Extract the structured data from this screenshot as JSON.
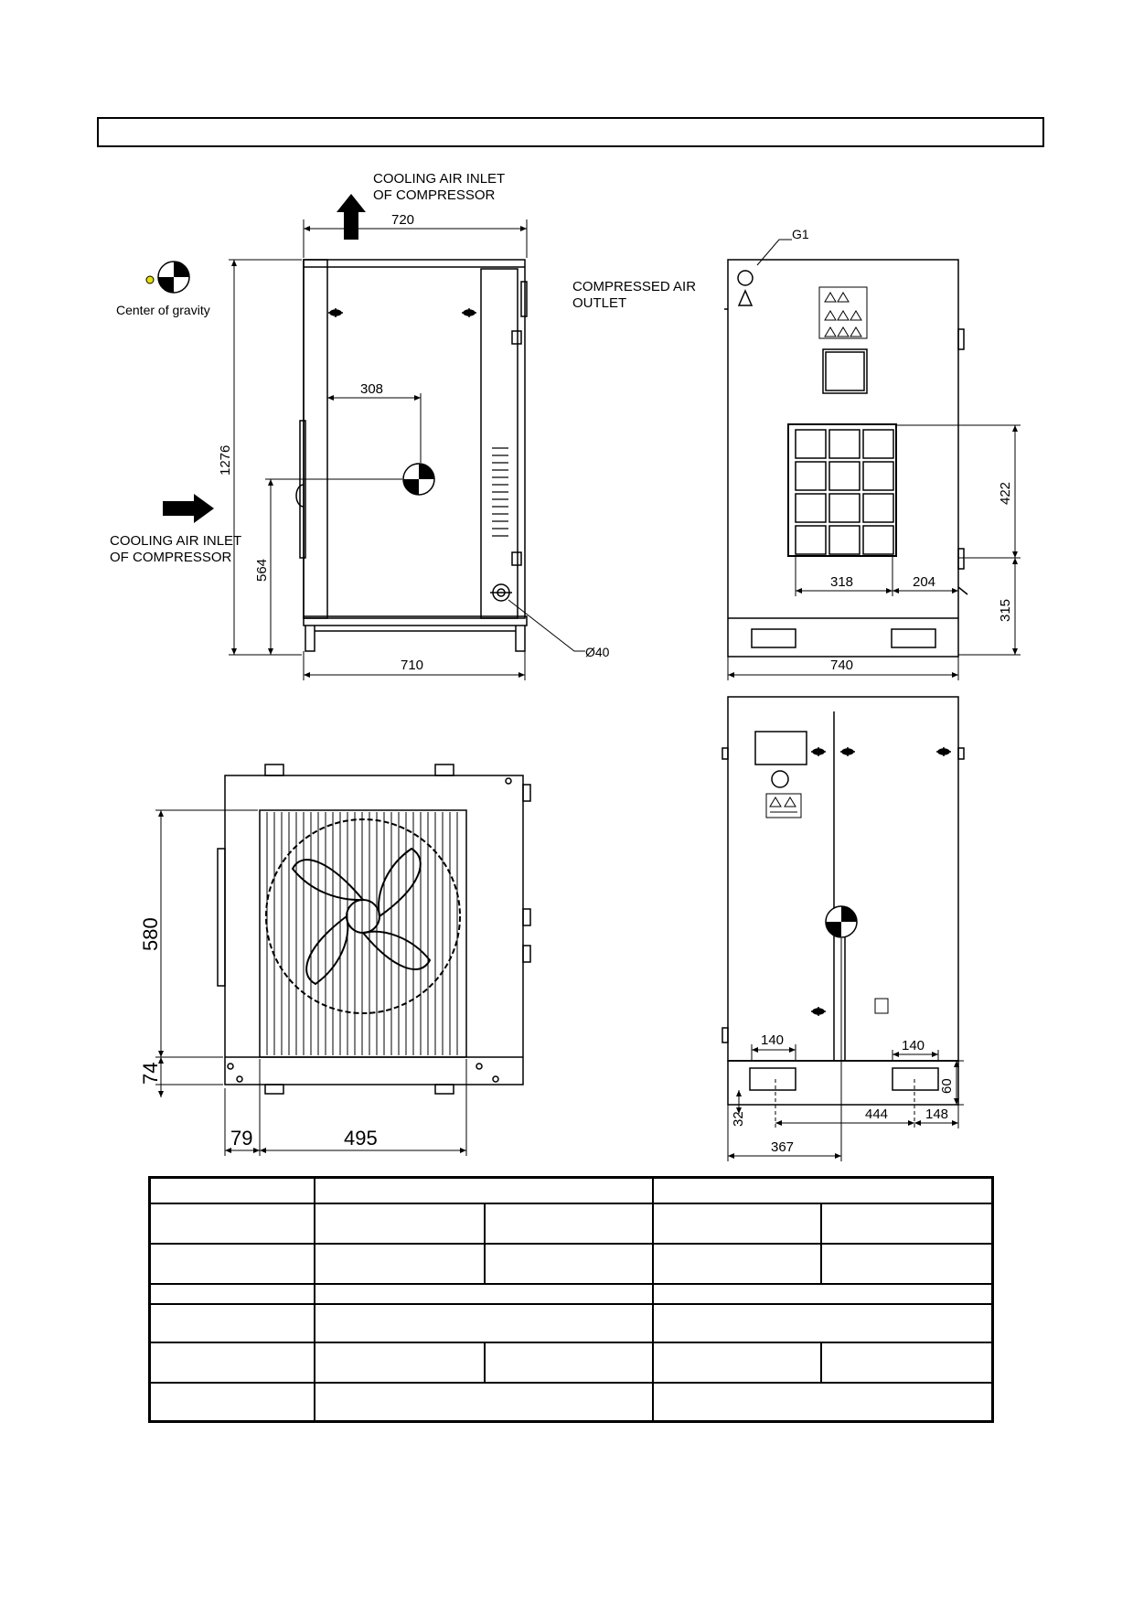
{
  "colors": {
    "ink": "#000000",
    "paper": "#ffffff",
    "gravity_dot": "#e8e000"
  },
  "labels": {
    "cooling_inlet_top": [
      "COOLING AIR INLET",
      "OF COMPRESSOR"
    ],
    "cooling_inlet_left": [
      "COOLING AIR INLET",
      "OF COMPRESSOR"
    ],
    "compressed_air_outlet": [
      "COMPRESSED AIR",
      "OUTLET"
    ],
    "center_of_gravity": "Center of gravity",
    "g1": "G1",
    "diameter": "Ø40"
  },
  "dimensions": {
    "front_top_width": "720",
    "front_height": "1276",
    "front_cog_x": "308",
    "front_cog_height": "564",
    "front_base_width": "710",
    "side_filter_height": "422",
    "side_filter_bottom": "315",
    "side_filter_width": "318",
    "side_filter_offset": "204",
    "side_base_width": "740",
    "top_fan_height": "580",
    "top_fan_bottom": "74",
    "top_fan_left": "79",
    "top_fan_width": "495",
    "rear_left_140": "140",
    "rear_right_140": "140",
    "rear_60": "60",
    "rear_32": "32",
    "rear_444": "444",
    "rear_148": "148",
    "rear_367": "367"
  },
  "table": {
    "rows": [
      [
        "",
        "",
        ""
      ],
      [
        "",
        "",
        "",
        "",
        ""
      ],
      [
        "",
        "",
        "",
        "",
        ""
      ],
      [
        "",
        "",
        ""
      ],
      [
        "",
        "",
        ""
      ],
      [
        "",
        "",
        "",
        "",
        ""
      ],
      [
        "",
        "",
        ""
      ]
    ]
  }
}
